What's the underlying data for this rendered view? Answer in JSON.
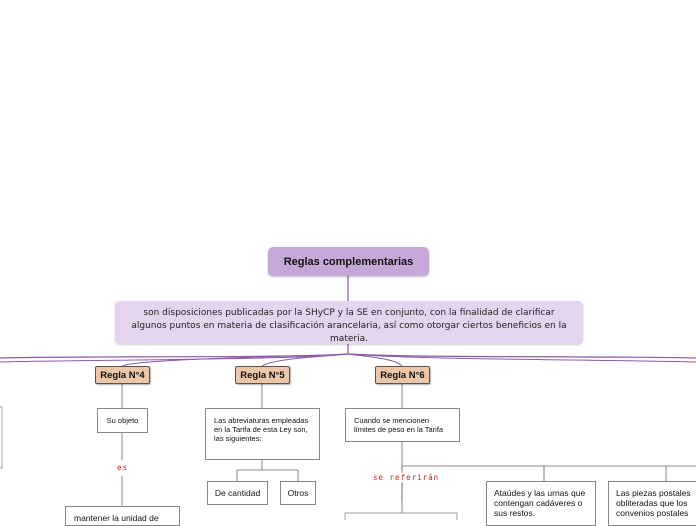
{
  "root": {
    "title": "Reglas complementarias"
  },
  "description": "son disposiciones publicadas por la SHyCP y la SE en conjunto, con la finalidad de clarificar algunos puntos en materia de clasificación arancelaria, así como otorgar ciertos beneficios en la materia.",
  "rules": [
    {
      "label": "Regla N°4"
    },
    {
      "label": "Regla N°5"
    },
    {
      "label": "Regla N°6"
    }
  ],
  "regla4": {
    "objeto": "Su objeto",
    "connector": "es",
    "result": "mantener la unidad de"
  },
  "regla5": {
    "abreviaturas": "Las abreviaturas empleadas en la Tarifa de esta Ley son, las siguientes:",
    "items": [
      "De cantidad",
      "Otros"
    ]
  },
  "regla6": {
    "peso": "Cuando se mencionen límites de peso en la Tarifa",
    "connector": "se referirán",
    "items": [
      "Ataúdes y las urnas que contengan cadáveres o sus restos.",
      "Las piezas postales obliteradas que los convenios postales"
    ]
  },
  "colors": {
    "root": "#c6a8d8",
    "description": "#e4d4ee",
    "rule": "#eec7a8",
    "connector_line": "#8a5aa8",
    "connector_text": "#cc2222"
  }
}
